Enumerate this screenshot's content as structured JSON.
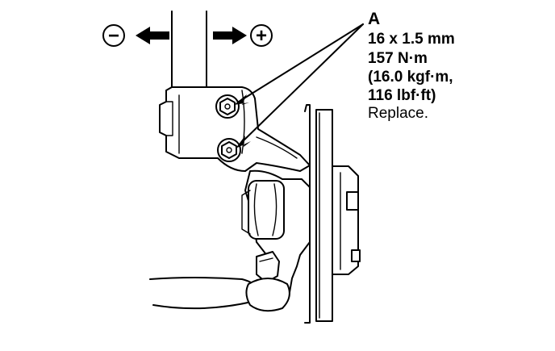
{
  "direction": {
    "minus_sign": "−",
    "plus_sign": "+",
    "minus_icon": "circle-minus-icon",
    "plus_icon": "circle-plus-icon"
  },
  "callout": {
    "label": "A",
    "size": "16 x 1.5 mm",
    "torque_nm": "157 N·m",
    "torque_kgfm": "(16.0 kgf·m,",
    "torque_lbfft": "116 lbf·ft)",
    "note": "Replace."
  }
}
